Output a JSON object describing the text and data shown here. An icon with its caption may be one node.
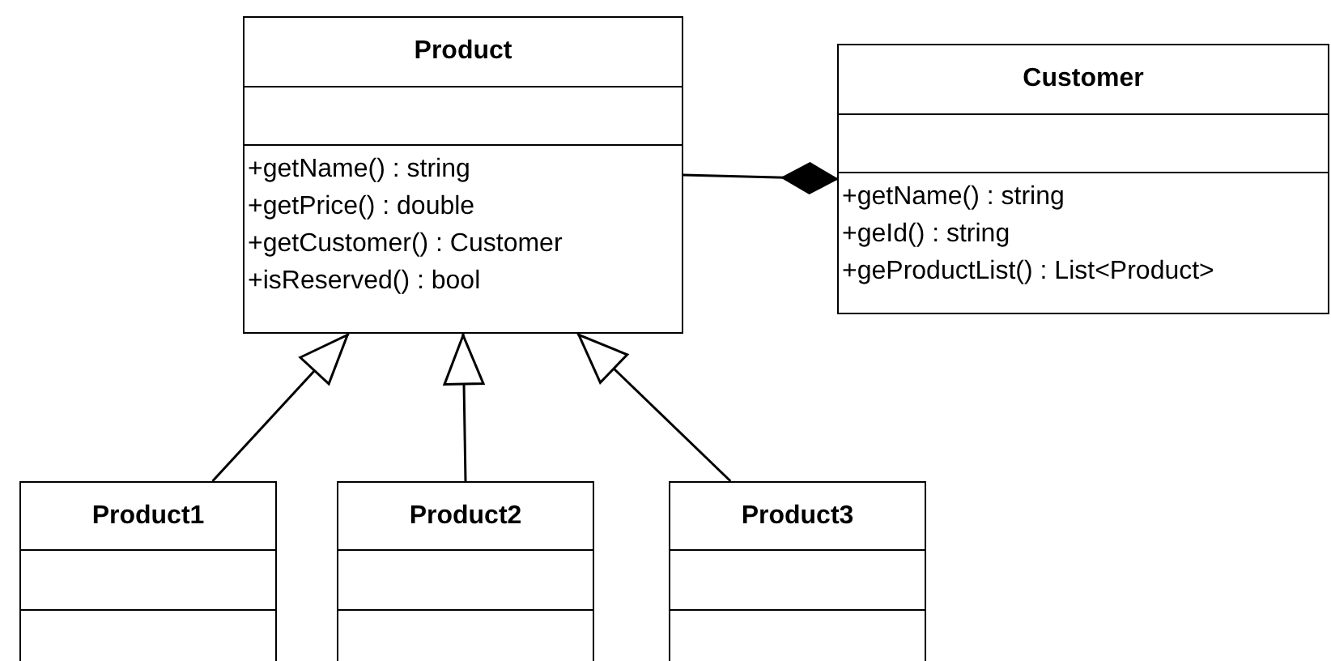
{
  "diagram": {
    "nodes": [
      {
        "text": [
          "Product",
          "+getName() : string",
          "+getPrice() : double",
          "+getCustomer() : Customer",
          "+isReserved() : bool"
        ]
      },
      {
        "text": [
          "Customer",
          "+getName() : string",
          "+geId() : string",
          "+geProductList() : List<Product>"
        ]
      },
      {
        "text": [
          "Product1"
        ]
      },
      {
        "text": [
          "Product2"
        ]
      },
      {
        "text": [
          "Product3"
        ]
      }
    ],
    "edges": [
      {
        "from": 0,
        "to": 1,
        "arrow": "other"
      },
      {
        "from": 2,
        "to": 0,
        "arrow": "to"
      },
      {
        "from": 3,
        "to": 0,
        "arrow": "to"
      },
      {
        "from": 4,
        "to": 0,
        "arrow": "to"
      }
    ]
  }
}
